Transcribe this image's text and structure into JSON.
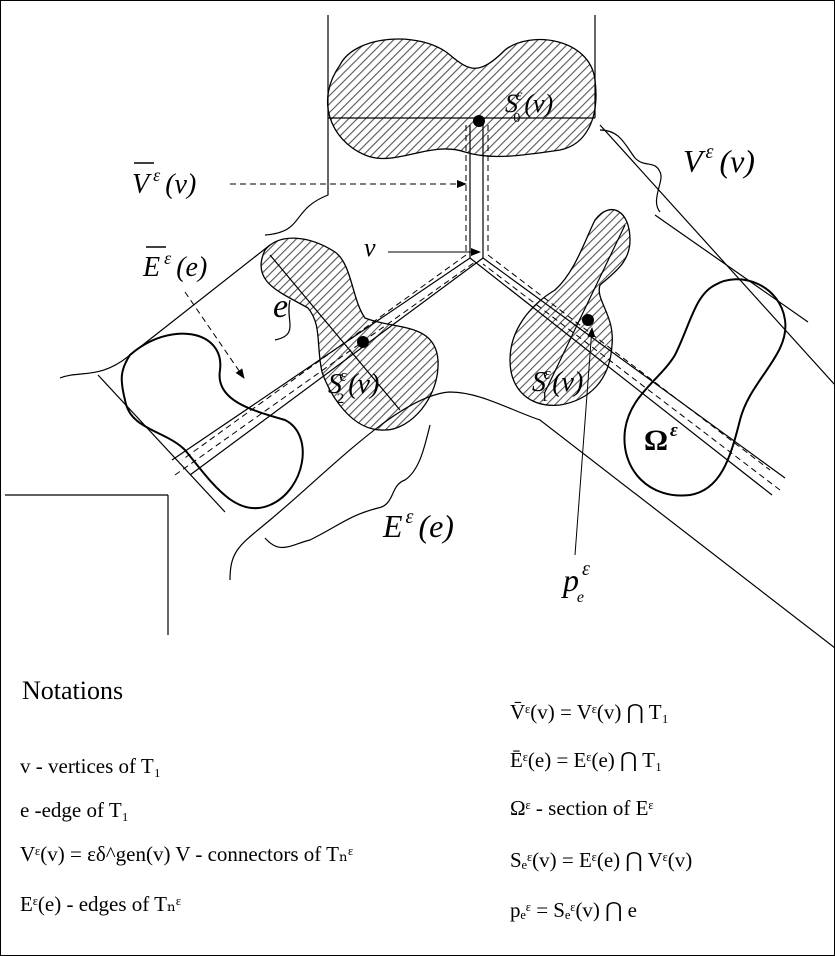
{
  "figure_labels": {
    "s0": "S",
    "s0_sup": "ε",
    "s0_sub": "0",
    "s0_arg": "(v)",
    "vbar": "V",
    "vbar_sup": "ε",
    "vbar_arg": "(v)",
    "v": "v",
    "v_big": "V",
    "v_big_sup": "ε",
    "v_big_arg": "(v)",
    "ebar": "E",
    "ebar_sup": "ε",
    "ebar_arg": "(e)",
    "e": "e",
    "s2": "S",
    "s2_sup": "ε",
    "s2_sub": "2",
    "s2_arg": "(v)",
    "s1": "S",
    "s1_sup": "ε",
    "s1_sub": "1",
    "s1_arg": "(v)",
    "omega": "Ω",
    "omega_sup": "ε",
    "e_big": "E",
    "e_big_sup": "ε",
    "e_big_arg": "(e)",
    "p": "p",
    "p_sup": "ε",
    "p_sub": "e"
  },
  "notations": {
    "heading": "Notations",
    "left": [
      "v - vertices of T₁",
      "e -edge of T₁",
      "Vᵋ(v) = εδ^gen(v) V - connectors of Tₙᵋ",
      "Eᵋ(e) - edges of Tₙᵋ"
    ],
    "right": [
      "V̄ᵋ(v) = Vᵋ(v) ⋂ T₁",
      "Ēᵋ(e) = Eᵋ(e) ⋂ T₁",
      "Ωᵋ - section of Eᵋ",
      "Sₑᵋ(v) = Eᵋ(e) ⋂ Vᵋ(v)",
      "pₑᵋ = Sₑᵋ(v) ⋂ e"
    ]
  }
}
